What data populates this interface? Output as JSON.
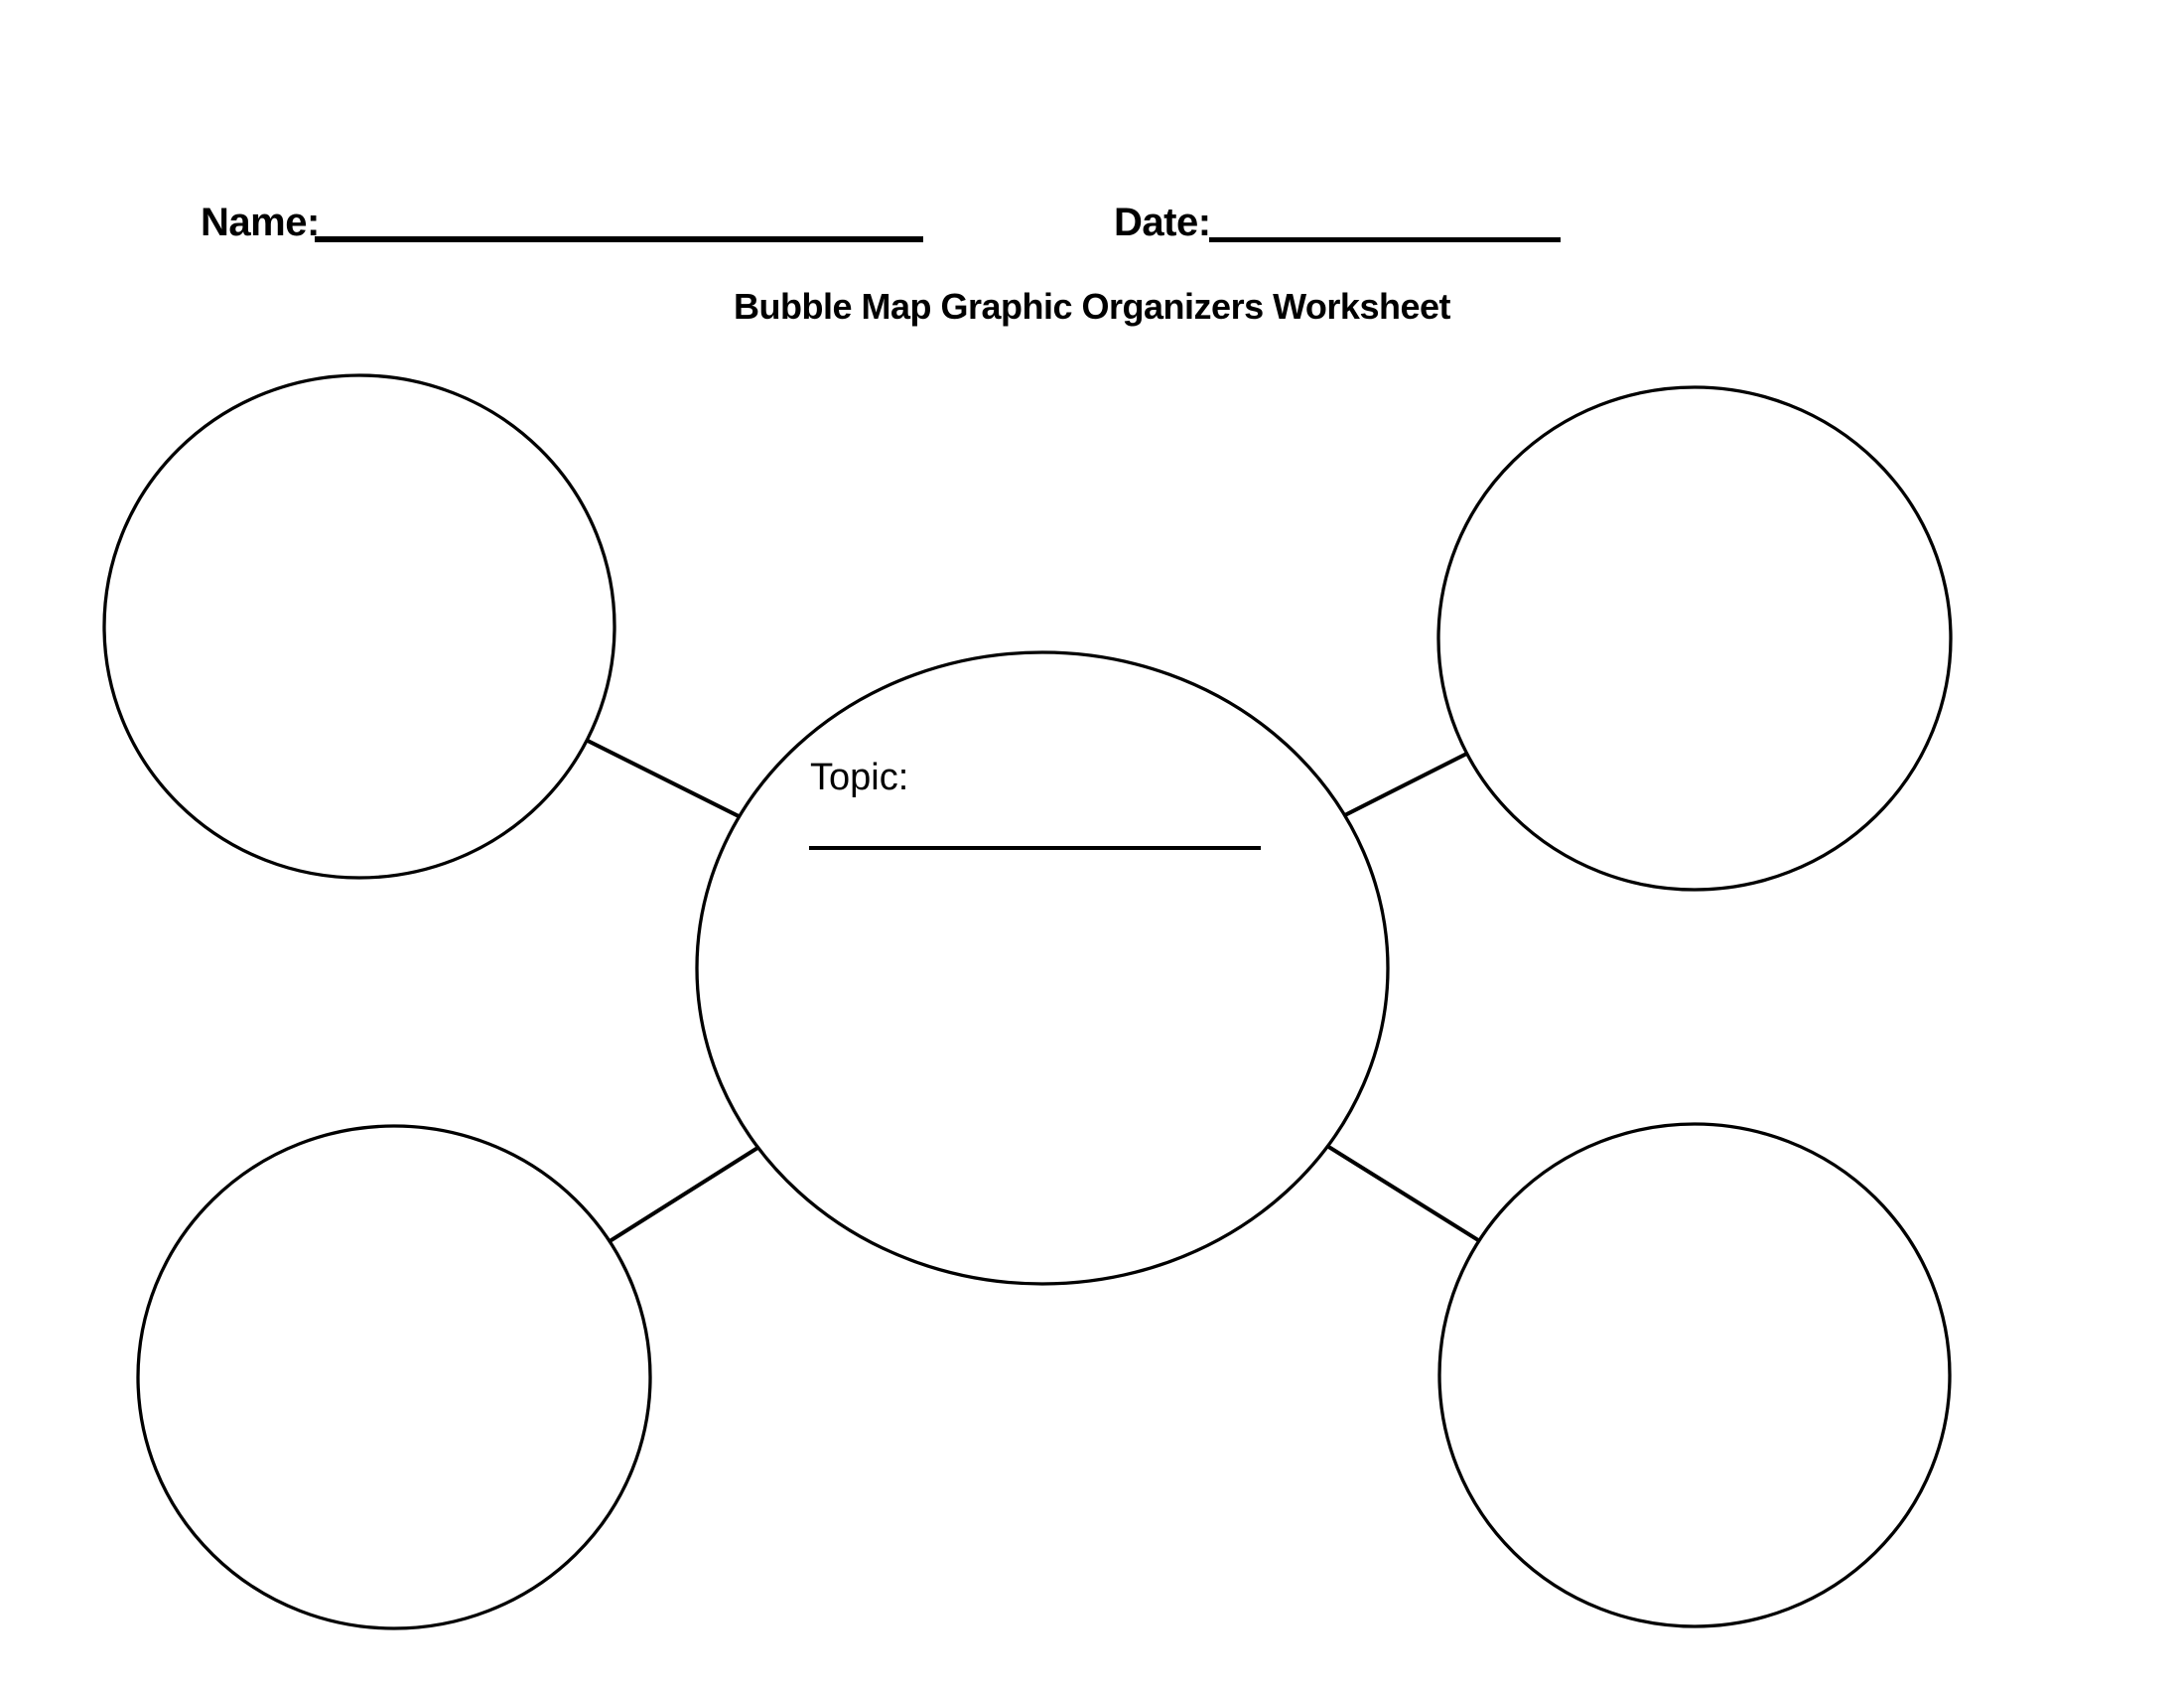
{
  "document": {
    "title": "Bubble Map Graphic Organizers Worksheet"
  },
  "header": {
    "name_label": "Name:",
    "name_value": "",
    "date_label": "Date:",
    "date_value": ""
  },
  "diagram": {
    "type": "bubble-map",
    "center_bubble": {
      "topic_label": "Topic:",
      "topic_value": ""
    },
    "outer_bubbles": [
      {
        "id": "top-left",
        "value": ""
      },
      {
        "id": "top-right",
        "value": ""
      },
      {
        "id": "bottom-left",
        "value": ""
      },
      {
        "id": "bottom-right",
        "value": ""
      }
    ],
    "connector_count": 4
  },
  "colors": {
    "ink": "#000000",
    "paper": "#ffffff"
  }
}
